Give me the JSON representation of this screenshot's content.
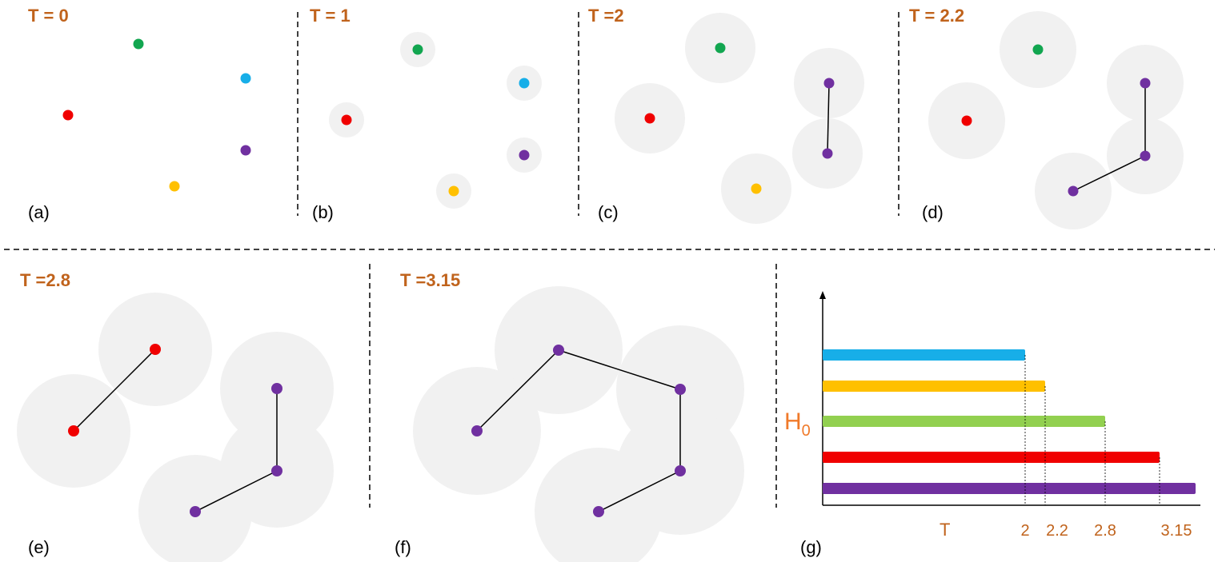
{
  "panels": [
    {
      "label": "(a)",
      "title": "T = 0"
    },
    {
      "label": "(b)",
      "title": "T = 1"
    },
    {
      "label": "(c)",
      "title": "T =2"
    },
    {
      "label": "(d)",
      "title": "T = 2.2"
    },
    {
      "label": "(e)",
      "title": "T =2.8"
    },
    {
      "label": "(f)",
      "title": "T =3.15"
    },
    {
      "label": "(g)"
    }
  ],
  "colors": {
    "green": "#12a650",
    "blue": "#17aee8",
    "red": "#f00000",
    "purple": "#7030a0",
    "yellow": "#ffc000",
    "bar_green": "#92d050",
    "title": "#c0631c"
  },
  "chart_data": {
    "type": "bar",
    "ylabel": "H",
    "ylabel_sub": "0",
    "xlabel": "T",
    "tick_labels": [
      "2",
      "2.2",
      "2.8",
      "3.15"
    ],
    "bars": [
      {
        "color": "blue",
        "death": 2
      },
      {
        "color": "yellow",
        "death": 2.2
      },
      {
        "color": "green",
        "death": 2.8
      },
      {
        "color": "red",
        "death": 3.15
      },
      {
        "color": "purple",
        "death": "infinity"
      }
    ]
  }
}
